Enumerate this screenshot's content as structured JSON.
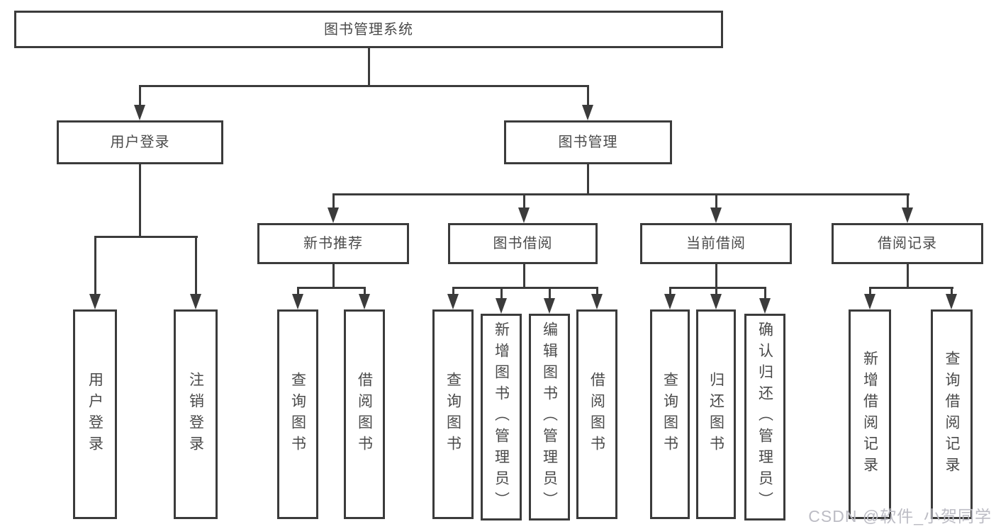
{
  "colors": {
    "line": "#3b3b3b",
    "text": "#4a4a4a",
    "background": "#ffffff",
    "watermark": "#bcbcc4"
  },
  "watermark": {
    "text": "CSDN @软件_小贺同学"
  },
  "tree": {
    "root": "图书管理系统",
    "branches": [
      {
        "label": "用户登录",
        "children": [
          "用户登录",
          "注销登录"
        ]
      },
      {
        "label": "图书管理",
        "groups": [
          {
            "label": "新书推荐",
            "children": [
              "查询图书",
              "借阅图书"
            ]
          },
          {
            "label": "图书借阅",
            "children": [
              "查询图书",
              "新增图书（管理员）",
              "编辑图书（管理员）",
              "借阅图书"
            ]
          },
          {
            "label": "当前借阅",
            "children": [
              "查询图书",
              "归还图书",
              "确认归还（管理员）"
            ]
          },
          {
            "label": "借阅记录",
            "children": [
              "新增借阅记录",
              "查询借阅记录"
            ]
          }
        ]
      }
    ]
  }
}
